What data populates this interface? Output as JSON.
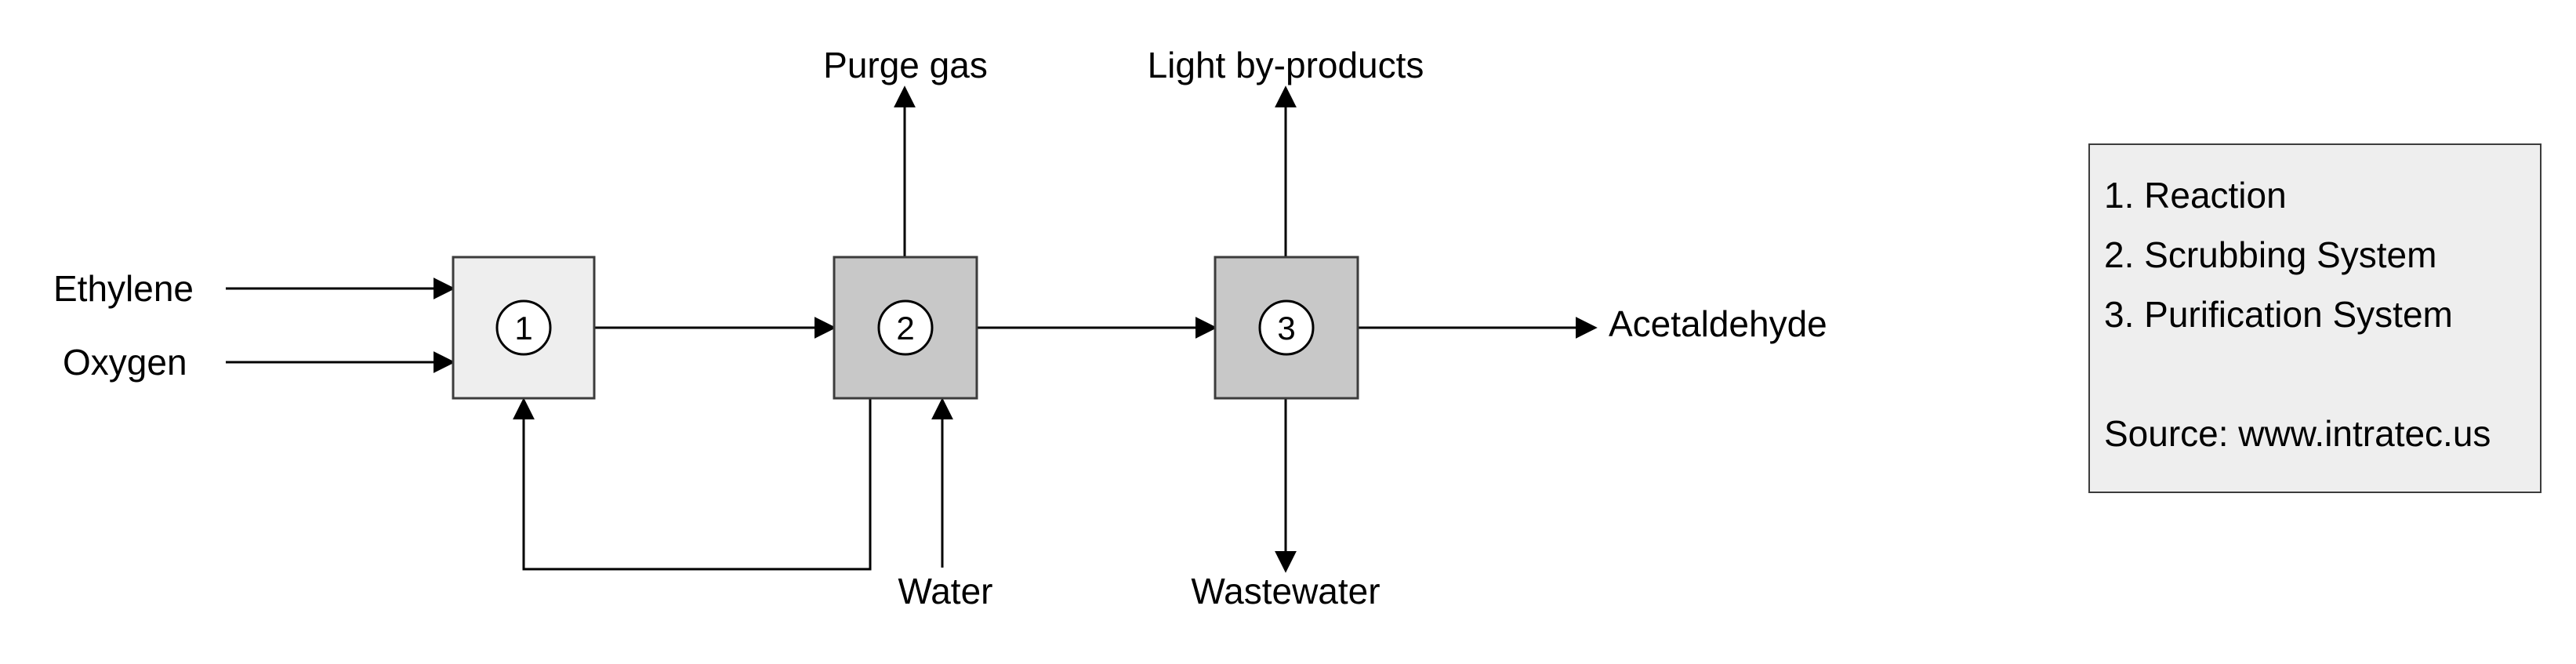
{
  "streams": {
    "ethylene": "Ethylene",
    "oxygen": "Oxygen",
    "purge_gas": "Purge gas",
    "light_byproducts": "Light by-products",
    "acetaldehyde": "Acetaldehyde",
    "water": "Water",
    "wastewater": "Wastewater"
  },
  "units": [
    {
      "number": "1",
      "fill": "#eeeeee"
    },
    {
      "number": "2",
      "fill": "#c8c8c8"
    },
    {
      "number": "3",
      "fill": "#c8c8c8"
    }
  ],
  "legend": {
    "items": [
      "1. Reaction",
      "2. Scrubbing System",
      "3. Purification System"
    ],
    "source": "Source: www.intratec.us"
  }
}
